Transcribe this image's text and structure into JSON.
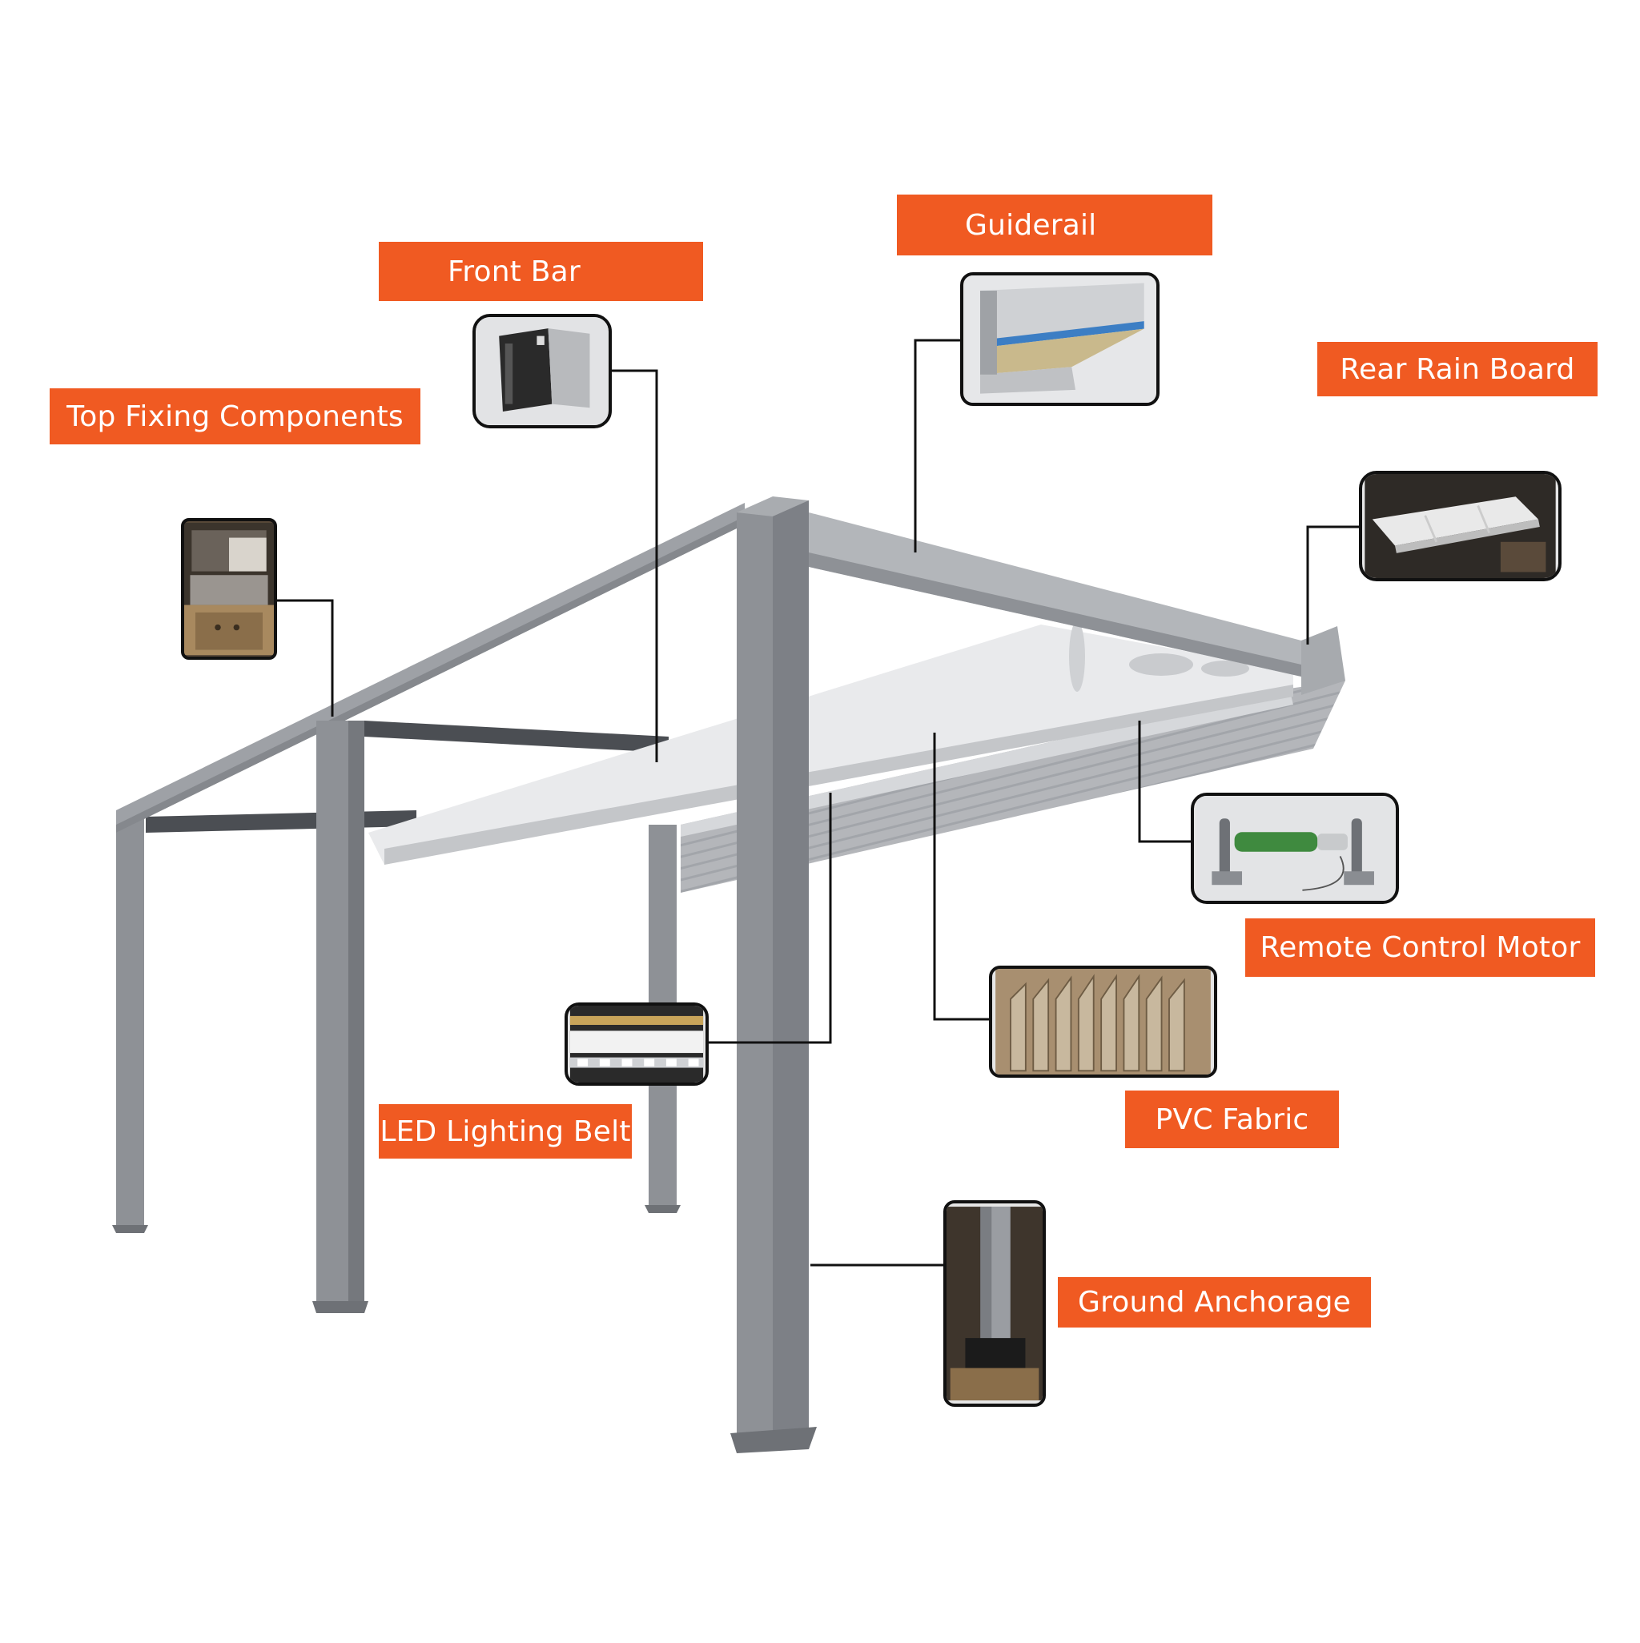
{
  "diagram": {
    "labels": {
      "top_fixing_components": "Top Fixing Components",
      "front_bar": "Front Bar",
      "guiderail": "Guiderail",
      "rear_rain_board": "Rear Rain Board",
      "remote_control_motor": "Remote Control Motor",
      "pvc_fabric": "PVC Fabric",
      "led_lighting_belt": "LED Lighting Belt",
      "ground_anchorage": "Ground Anchorage"
    }
  },
  "colors": {
    "label_bg": "#f05a22",
    "label_text": "#ffffff",
    "frame_light": "#9ea1a6",
    "frame_dark": "#7d8086",
    "beam_dark": "#4b4e53",
    "leader_line": "#111111"
  }
}
